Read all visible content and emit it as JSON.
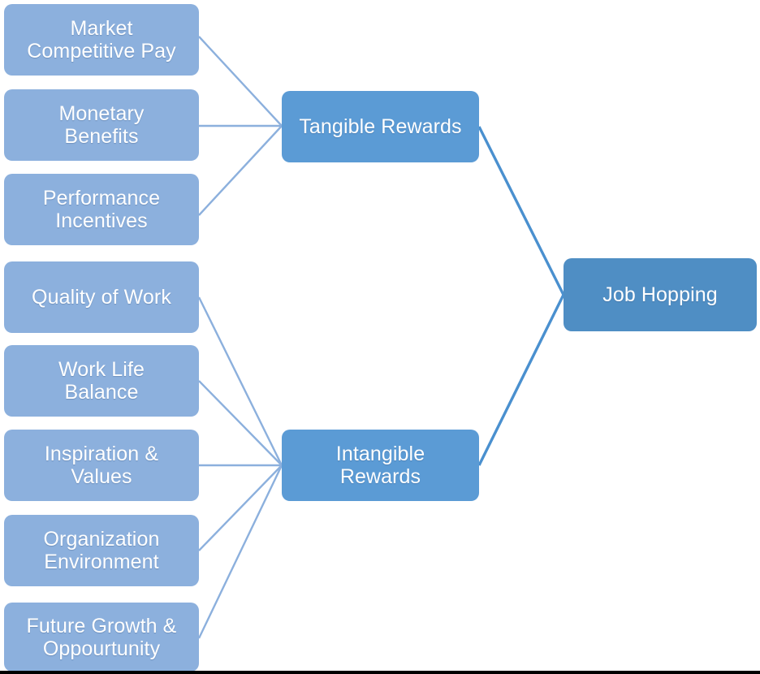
{
  "diagram": {
    "title": "Job Hopping Drivers Diagram",
    "colors": {
      "driver_box": "#8CB0DD",
      "category_box": "#5B9BD5",
      "outcome_box": "#4F8EC4",
      "thin_connector": "#8CB0DD",
      "thick_connector": "#4A90CF",
      "text": "#FFFFFF",
      "background": "#FFFFFF",
      "bottom_border": "#000000"
    },
    "tangible_drivers": [
      {
        "id": "market-competitive-pay",
        "label": "Market\nCompetitive Pay"
      },
      {
        "id": "monetary-benefits",
        "label": "Monetary\nBenefits"
      },
      {
        "id": "performance-incentives",
        "label": "Performance\nIncentives"
      }
    ],
    "intangible_drivers": [
      {
        "id": "quality-of-work",
        "label": "Quality of Work"
      },
      {
        "id": "work-life-balance",
        "label": "Work Life\nBalance"
      },
      {
        "id": "inspiration-and-values",
        "label": "Inspiration &\nValues"
      },
      {
        "id": "organization-environment",
        "label": "Organization\nEnvironment"
      },
      {
        "id": "future-growth-and-oppourtunity",
        "label": "Future Growth &\nOppourtunity"
      }
    ],
    "categories": [
      {
        "id": "tangible-rewards",
        "label": "Tangible Rewards"
      },
      {
        "id": "intangible-rewards",
        "label": "Intangible\nRewards"
      }
    ],
    "outcome": {
      "id": "job-hopping",
      "label": "Job Hopping"
    }
  }
}
